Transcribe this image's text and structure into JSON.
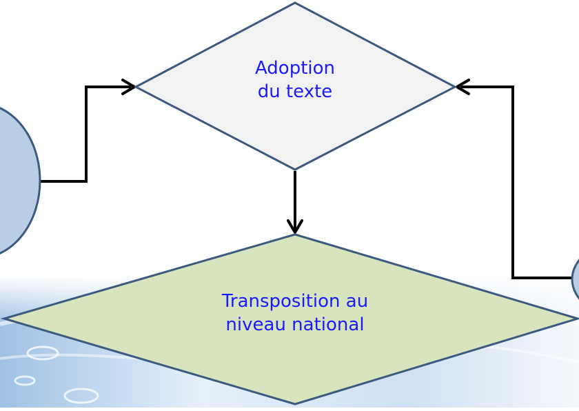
{
  "diagram": {
    "nodes": [
      {
        "id": "adoption",
        "shape": "diamond",
        "lines": [
          "Adoption",
          "du texte"
        ],
        "fill": "#f2f2f2"
      },
      {
        "id": "transposition",
        "shape": "diamond",
        "lines": [
          "Transposition au",
          "niveau national"
        ],
        "fill": "#d7e4bd"
      },
      {
        "id": "left-oval",
        "shape": "ellipse",
        "lines": [],
        "fill": "#b9cde5"
      },
      {
        "id": "right-oval",
        "shape": "ellipse",
        "lines": [],
        "fill": "#b9cde5"
      }
    ],
    "edges": [
      {
        "from": "left-oval",
        "to": "adoption"
      },
      {
        "from": "right-oval",
        "to": "adoption"
      },
      {
        "from": "adoption",
        "to": "transposition"
      }
    ]
  },
  "colors": {
    "node_outline": "#3b5a80",
    "connector": "#000000",
    "text": "#1a1aff",
    "background_water": "#a9c8e6"
  }
}
